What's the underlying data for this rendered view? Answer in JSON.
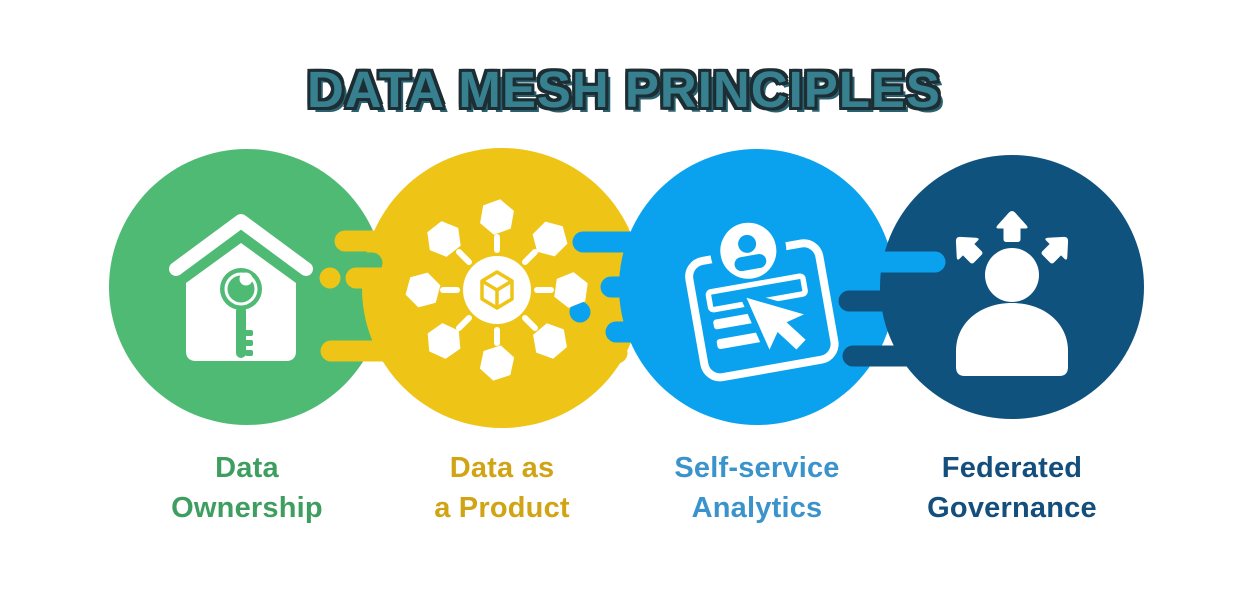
{
  "title": "DATA MESH PRINCIPLES",
  "colors": {
    "background": "#ffffff",
    "title_fill": "#37808F",
    "title_outline": "#1C2E33",
    "green": "#4FBA74",
    "yellow": "#EEC417",
    "blue": "#0AA2EF",
    "navy": "#10527E",
    "icon_white": "#ffffff"
  },
  "principles": [
    {
      "id": "data-ownership",
      "label_line1": "Data",
      "label_line2": "Ownership",
      "circle_color": "#4FBA74",
      "label_color": "#3E9E60",
      "icon": "house-key-icon"
    },
    {
      "id": "data-as-a-product",
      "label_line1": "Data as",
      "label_line2": "a Product",
      "circle_color": "#EEC417",
      "label_color": "#D0A414",
      "icon": "hub-nodes-icon"
    },
    {
      "id": "self-service-analytics",
      "label_line1": "Self-service",
      "label_line2": "Analytics",
      "circle_color": "#0AA2EF",
      "label_color": "#3B93CB",
      "icon": "dashboard-cursor-icon"
    },
    {
      "id": "federated-governance",
      "label_line1": "Federated",
      "label_line2": "Governance",
      "circle_color": "#10527E",
      "label_color": "#134E7C",
      "icon": "person-arrows-icon"
    }
  ]
}
